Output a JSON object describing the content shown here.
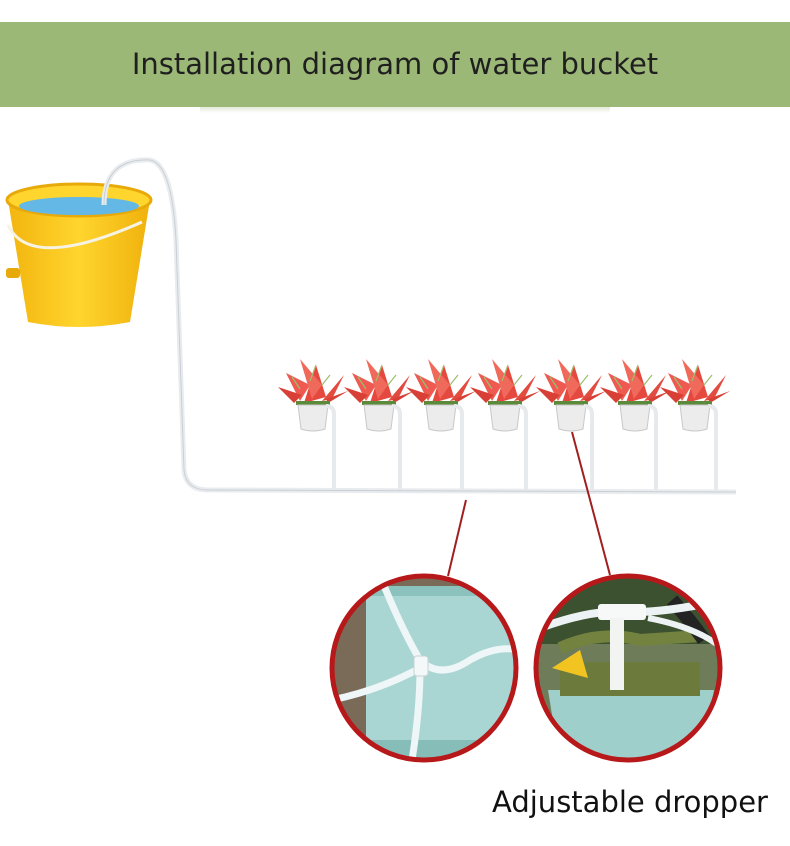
{
  "title": "Installation diagram of water bucket",
  "caption": "Adjustable dropper",
  "colors": {
    "banner": "#9cb877",
    "bucket": "#f7c51e",
    "bucket_rim": "#ffd52e",
    "water": "#63b8e6",
    "tube": "#e8ecef",
    "pointer": "#a11f1f",
    "leaf": "#e5483e",
    "pot": "#ececec"
  },
  "icons": {
    "bucket": "bucket-icon",
    "plant": "potted-plant-icon",
    "closeup": "magnifier-circle"
  },
  "plant_count": 7,
  "closeups": [
    "pipe-connection-closeup",
    "dropper-closeup"
  ]
}
